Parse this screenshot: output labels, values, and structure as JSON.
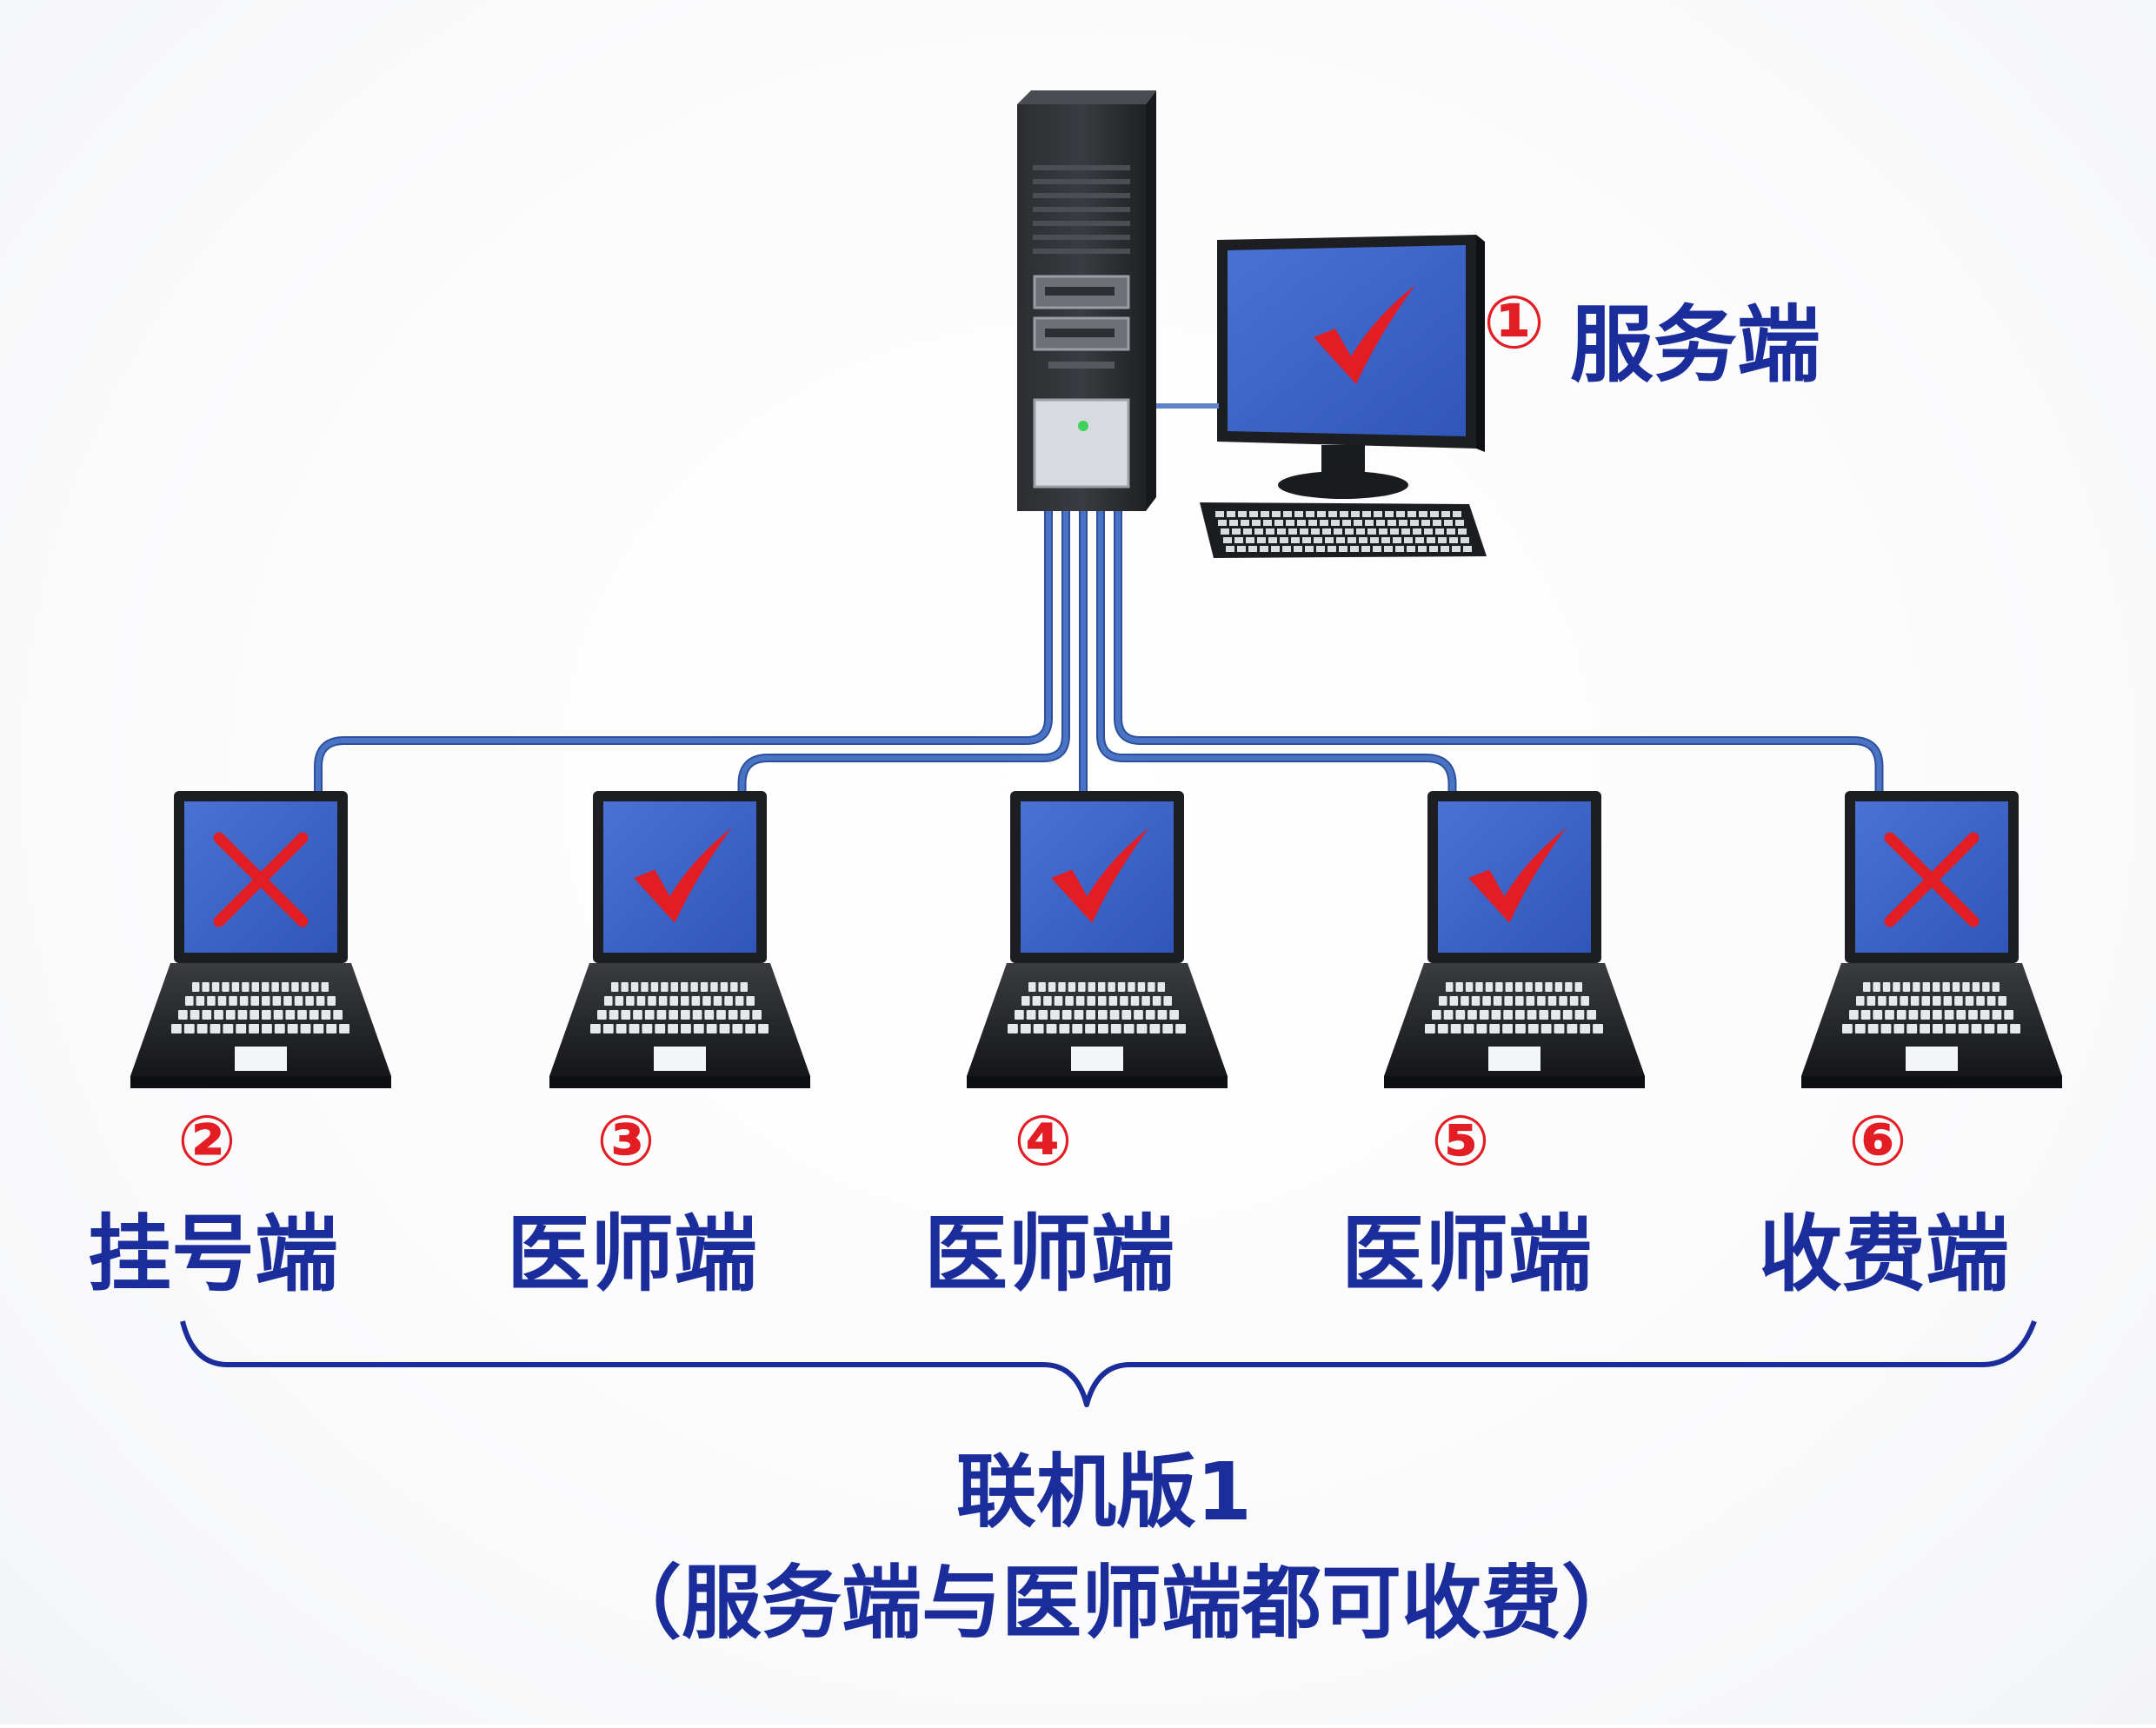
{
  "server": {
    "number": "①",
    "label": "服务端",
    "status": "check"
  },
  "clients": [
    {
      "number": "②",
      "label": "挂号端",
      "status": "cross"
    },
    {
      "number": "③",
      "label": "医师端",
      "status": "check"
    },
    {
      "number": "④",
      "label": "医师端",
      "status": "check"
    },
    {
      "number": "⑤",
      "label": "医师端",
      "status": "check"
    },
    {
      "number": "⑥",
      "label": "收费端",
      "status": "cross"
    }
  ],
  "caption": {
    "line1": "联机版1",
    "line2": "（服务端与医师端都可收费）"
  },
  "colors": {
    "label": "#1b2d9b",
    "mark": "#e21d24",
    "screen": "#3b63c9",
    "cable": "#4a73c4",
    "device": "#222428"
  }
}
